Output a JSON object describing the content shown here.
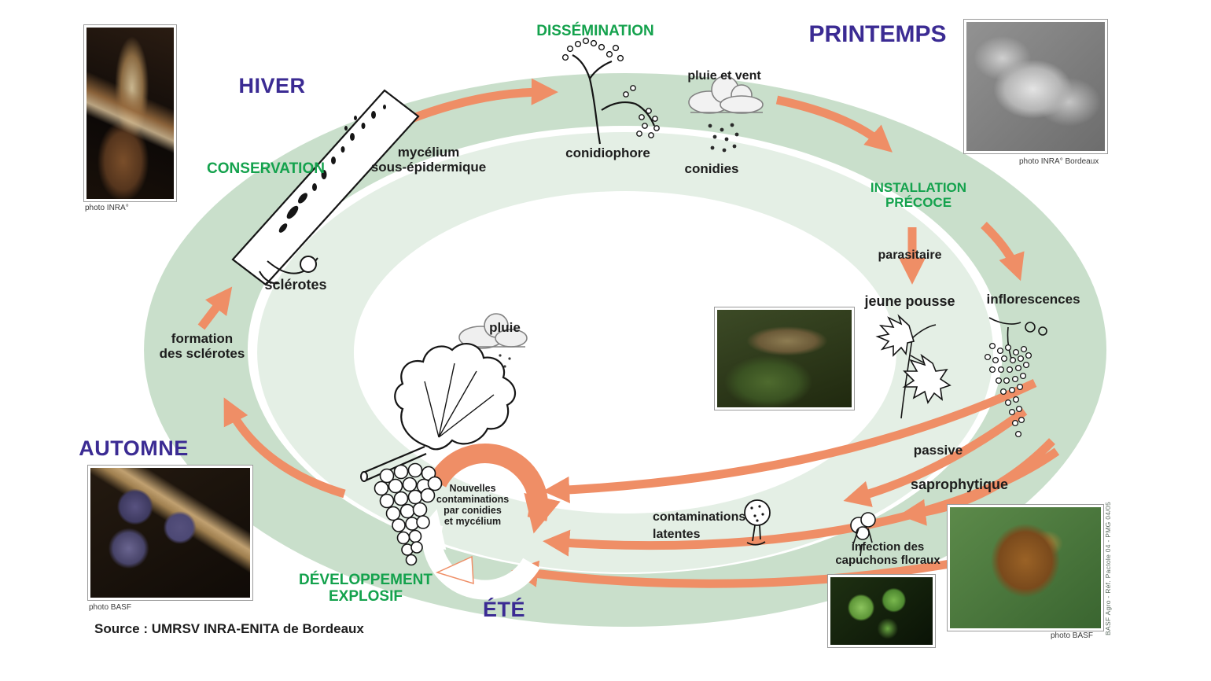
{
  "diagram": {
    "seasons": {
      "hiver": "HIVER",
      "printemps": "PRINTEMPS",
      "ete": "ÉTÉ",
      "automne": "AUTOMNE"
    },
    "stages": {
      "conservation": "CONSERVATION",
      "dissemination": "DISSÉMINATION",
      "installation_line1": "INSTALLATION",
      "installation_line2": "PRÉCOCE",
      "developpement_line1": "DÉVELOPPEMENT",
      "developpement_line2": "EXPLOSIF"
    },
    "labels": {
      "mycelium_line1": "mycélium",
      "mycelium_line2": "sous-épidermique",
      "conidiophore": "conidiophore",
      "pluie_et_vent": "pluie et vent",
      "conidies": "conidies",
      "parasitaire": "parasitaire",
      "jeune_pousse": "jeune pousse",
      "inflorescences": "inflorescences",
      "passive": "passive",
      "saprophytique": "saprophytique",
      "contaminations_line1": "contaminations",
      "contaminations_line2": "latentes",
      "infection_line1": "infection des",
      "infection_line2": "capuchons floraux",
      "sclerotes": "sclérotes",
      "formation_line1": "formation",
      "formation_line2": "des sclérotes",
      "pluie": "pluie",
      "nouvelles_line1": "Nouvelles",
      "nouvelles_line2": "contaminations",
      "nouvelles_line3": "par conidies",
      "nouvelles_line4": "et mycélium"
    },
    "captions": {
      "photo_inra": "photo INRA°",
      "photo_inra_bordeaux": "photo INRA° Bordeaux",
      "photo_basf_autumn": "photo BASF",
      "photo_basf_leaf": "photo BASF"
    },
    "footer_source": "Source : UMRSV INRA-ENITA de Bordeaux",
    "credit_vertical": "BASF Agro - Réf. Pactole 04 - PMG 04/05",
    "colors": {
      "season_purple": "#3B2B93",
      "stage_green": "#14A24D",
      "arrow_orange": "#EF8E66",
      "ring_outer_green": "#C9DFCB",
      "ring_inner_green": "#E4EFE5",
      "label_black": "#1D1D1D"
    }
  }
}
